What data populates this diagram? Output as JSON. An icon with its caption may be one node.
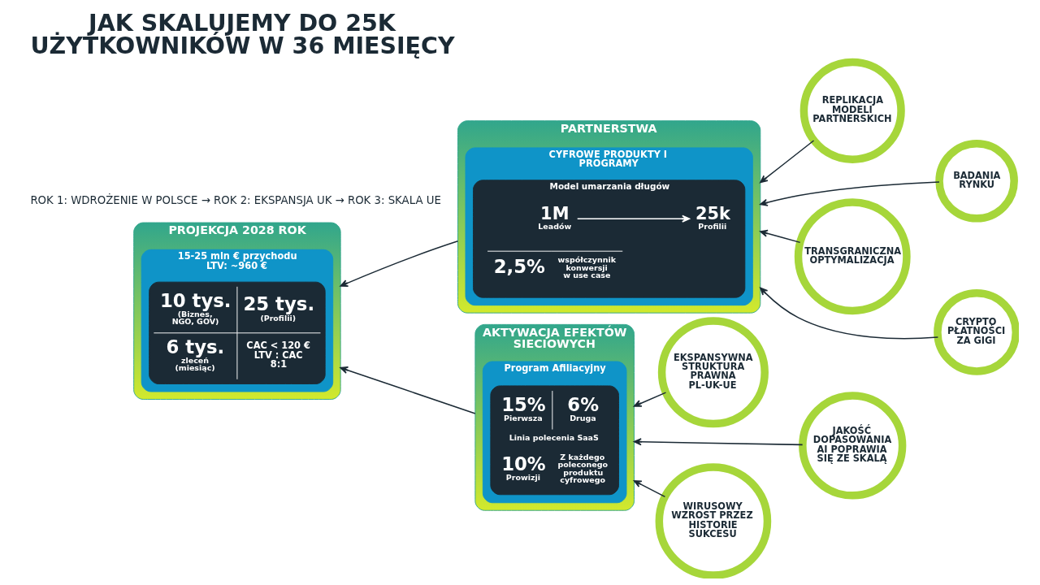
{
  "diagram": {
    "title": "JAK SKALUJEMY DO 25K UŻYTKOWNIKÓW W 36 MIESIĘCY",
    "nodes": [
      {
        "text": [
          "PROJEKCJA 2028 ROK"
        ]
      },
      {
        "text": [
          "15-25 mln € przychodu LTV: ~960 €"
        ],
        "in": 0
      },
      {
        "text": [
          "10 tys.",
          "(Biznes, NGO, GOV)",
          "25 tys.",
          "(Profilii)",
          "6 tys.",
          "zleceń (miesiąc)",
          "CAC < 120 € LTV : CAC 8:1"
        ],
        "in": 1
      },
      {
        "text": [
          "PARTNERSTWA"
        ]
      },
      {
        "text": [
          "CYFROWE PRODUKTY I PROGRAMY"
        ],
        "in": 3
      },
      {
        "text": [
          "Model umarzania długów",
          "2,5%",
          "współczynnik konwersji w use case"
        ],
        "in": 4
      },
      {
        "text": [
          "1M",
          "Leadów"
        ],
        "in": 5
      },
      {
        "text": [
          "25k",
          "Profilii"
        ],
        "in": 5
      },
      {
        "text": [
          "AKTYWACJA EFEKTÓW SIECIOWYCH"
        ]
      },
      {
        "text": [
          "Program Afiliacyjny"
        ],
        "in": 8
      },
      {
        "text": [
          "15%",
          "Pierwsza",
          "6%",
          "Druga",
          "Linia polecenia SaaS",
          "10%",
          "Prowizji",
          "Z każdego poleconego produktu cyfrowego"
        ],
        "in": 9
      },
      {
        "text": [
          "REPLIKACJA MODELI PARTNERSKICH"
        ]
      },
      {
        "text": [
          "BADANIA RYNKU"
        ]
      },
      {
        "text": [
          "TRANSGRANICZNA OPTYMALIZACJA"
        ]
      },
      {
        "text": [
          "CRYPTO PŁATNOŚCI ZA GIGI"
        ]
      },
      {
        "text": [
          "EKSPANSYWNA STRUKTURA PRAWNA PL-UK-UE"
        ]
      },
      {
        "text": [
          "JAKOŚĆ DOPASOWANIA AI POPRAWIA SIĘ ZE SKALĄ"
        ]
      },
      {
        "text": [
          "WIRUSOWY WZROST PRZEZ HISTORIE SUKCESU"
        ]
      }
    ],
    "edges": [
      {
        "from": 6,
        "to": 7,
        "arrow": "to",
        "color": "#ffffff"
      },
      {
        "from": 11,
        "to": 3,
        "arrow": "to"
      },
      {
        "from": 12,
        "to": 3,
        "arrow": "to"
      },
      {
        "from": 14,
        "to": 3,
        "arrow": "to"
      },
      {
        "from": 13,
        "to": 3,
        "arrow": "to"
      },
      {
        "from": 15,
        "to": 8,
        "arrow": "to"
      },
      {
        "from": 16,
        "to": 8,
        "arrow": "to"
      },
      {
        "from": 17,
        "to": 8,
        "arrow": "to"
      },
      {
        "from": 3,
        "to": 0,
        "arrow": "to"
      },
      {
        "from": 8,
        "to": 0,
        "arrow": "to"
      }
    ],
    "labels": [
      "ROK 1: WDROŻENIE W POLSCE → ROK 2: EKSPANSJA UK → ROK 3: SKALA UE"
    ]
  }
}
